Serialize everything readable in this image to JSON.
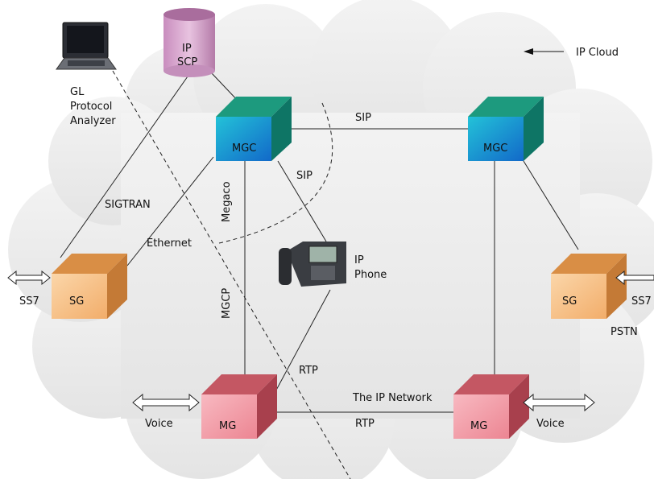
{
  "colors": {
    "cloud": "#ececec",
    "mgc_front": "#1aa7c9",
    "mgc_top": "#1f8f7a",
    "mgc_side": "#0f6f64",
    "mg_front": "#f4a3ad",
    "mg_top": "#c45763",
    "mg_side": "#b04652",
    "sg_front": "#f8c690",
    "sg_top": "#d98e45",
    "sg_side": "#c47a36",
    "scp_body": "#d9a6cf",
    "scp_top": "#b277a7"
  },
  "labels": {
    "ip_cloud": "IP Cloud",
    "gl_protocol_analyzer": [
      "GL",
      "Protocol",
      "Analyzer"
    ],
    "ip_scp": [
      "IP",
      "SCP"
    ],
    "mgc_left": "MGC",
    "mgc_right": "MGC",
    "sip_top": "SIP",
    "sip_curve": "SIP",
    "megaco": "Megaco",
    "sigtran": "SIGTRAN",
    "ethernet": "Ethernet",
    "ip_phone": [
      "IP",
      "Phone"
    ],
    "sg_left": "SG",
    "sg_right": "SG",
    "ss7_left": "SS7",
    "ss7_right": "SS7",
    "mgcp": "MGCP",
    "pstn": "PSTN",
    "rtp_vertical": "RTP",
    "the_ip_network": "The IP Network",
    "rtp_bottom": "RTP",
    "mg_left": "MG",
    "mg_right": "MG",
    "voice_left": "Voice",
    "voice_right": "Voice"
  },
  "icons": {
    "laptop": "laptop-icon",
    "phone": "ip-phone-icon",
    "database": "database-cylinder-icon",
    "arrow": "double-arrow-icon"
  }
}
